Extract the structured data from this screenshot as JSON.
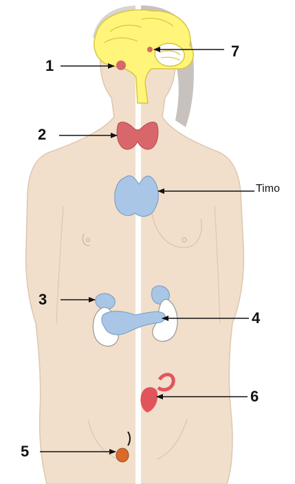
{
  "labels": {
    "one": "1",
    "two": "2",
    "three": "3",
    "four": "4",
    "five": "5",
    "six": "6",
    "seven": "7",
    "thymus": "Timo"
  },
  "colors": {
    "skin": "#f1dfcb",
    "skin_outline": "#dcc7b0",
    "hair": "#c8c2be",
    "brain": "#fff57a",
    "brain_outline": "#d8c63c",
    "thyroid": "#d9666a",
    "gland_blue": "#a9c6e6",
    "kidney": "#ffffff",
    "ovary": "#e2545c",
    "testis": "#d96a2a",
    "divider": "#ffffff",
    "text": "#111111"
  }
}
